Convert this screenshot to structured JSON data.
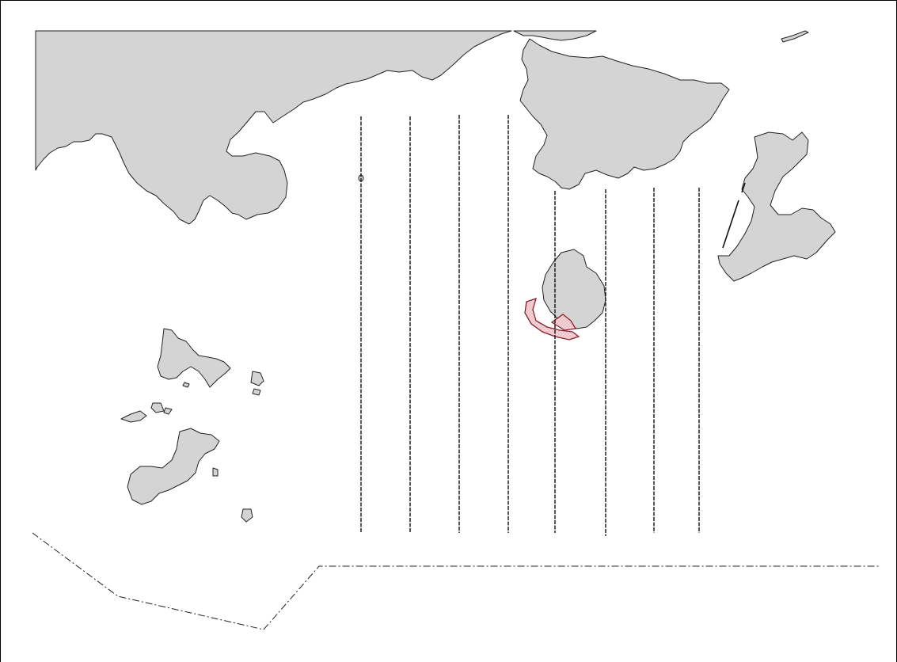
{
  "map": {
    "colors": {
      "land": "#d4d4d4",
      "coastline": "#222222",
      "water": "#ffffff",
      "survey_track": "#111111",
      "restricted_zone_fill": "#f6d8dc",
      "restricted_zone_outline": "#8a1f2a"
    },
    "features": [
      "north-mainland-coast",
      "northeast-peninsula",
      "east-island",
      "central-island",
      "southwest-island-group",
      "survey-track-lines",
      "restricted-zone",
      "offshore-boundary-line"
    ],
    "survey_track_count": 8
  }
}
